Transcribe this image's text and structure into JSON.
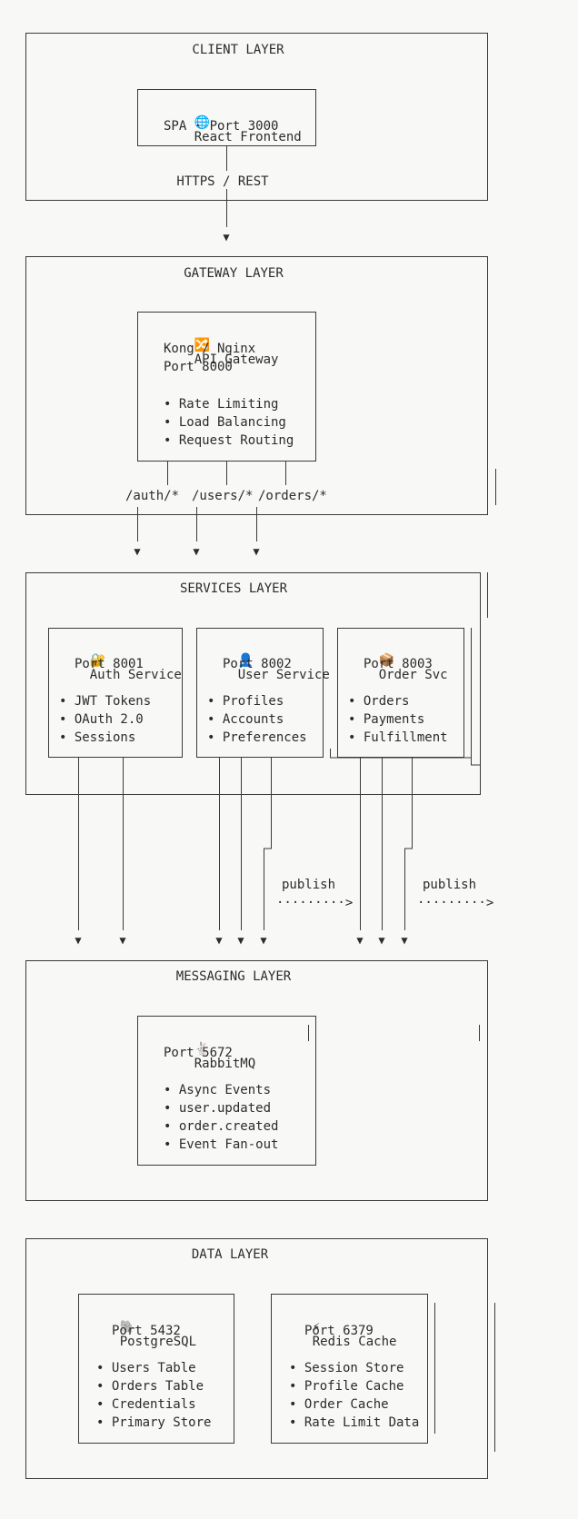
{
  "layers": {
    "client": "CLIENT LAYER",
    "gateway": "GATEWAY LAYER",
    "services": "SERVICES LAYER",
    "messaging": "MESSAGING LAYER",
    "data": "DATA LAYER"
  },
  "frontend": {
    "icon": "🌐",
    "icon_name": "globe-icon",
    "title": "React Frontend",
    "line2": "SPA · Port 3000"
  },
  "client_edge_label": "HTTPS / REST",
  "gateway": {
    "icon": "🔀",
    "icon_name": "shuffle-icon",
    "title": "API Gateway",
    "line2": "Kong / Nginx",
    "line3": "Port 8000",
    "features": [
      "• Rate Limiting",
      "• Load Balancing",
      "• Request Routing"
    ]
  },
  "routes": [
    "/auth/*",
    "/users/*",
    "/orders/*"
  ],
  "services": [
    {
      "icon": "🔐",
      "icon_name": "lock-key-icon",
      "title": "Auth Service",
      "port": "Port 8001",
      "features": [
        "• JWT Tokens",
        "• OAuth 2.0",
        "• Sessions"
      ]
    },
    {
      "icon": "👤",
      "icon_name": "user-icon",
      "title": "User Service",
      "port": "Port 8002",
      "features": [
        "• Profiles",
        "• Accounts",
        "• Preferences"
      ]
    },
    {
      "icon": "📦",
      "icon_name": "package-icon",
      "title": "Order Svc",
      "port": "Port 8003",
      "features": [
        "• Orders",
        "• Payments",
        "• Fulfillment"
      ]
    }
  ],
  "publish_labels": [
    "publish",
    "publish"
  ],
  "publish_arrows": [
    "·········>",
    "·········>"
  ],
  "rabbitmq": {
    "icon": "🐇",
    "icon_name": "rabbit-icon",
    "title": "RabbitMQ",
    "port": "Port 5672",
    "features": [
      "• Async Events",
      "• user.updated",
      "• order.created",
      "• Event Fan-out"
    ]
  },
  "postgres": {
    "icon": "🐘",
    "icon_name": "elephant-icon",
    "title": "PostgreSQL",
    "port": "Port 5432",
    "features": [
      "• Users Table",
      "• Orders Table",
      "• Credentials",
      "• Primary Store"
    ]
  },
  "redis": {
    "icon": "⚡",
    "icon_name": "lightning-icon",
    "title": "Redis Cache",
    "port": "Port 6379",
    "features": [
      "• Session Store",
      "• Profile Cache",
      "• Order Cache",
      "• Rate Limit Data"
    ]
  },
  "arrow_glyph": "▼"
}
